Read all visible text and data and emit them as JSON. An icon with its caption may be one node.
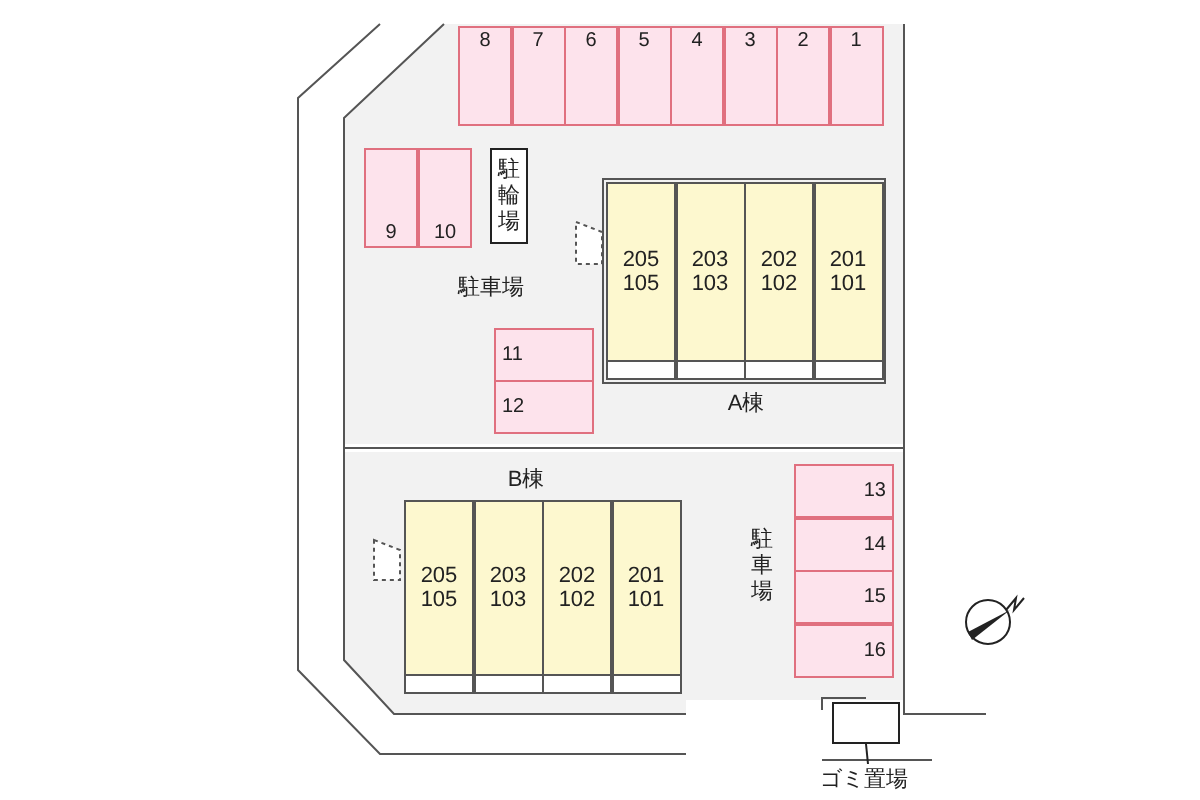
{
  "diagram": {
    "nodes": [
      {
        "text": [
          "8"
        ]
      },
      {
        "text": [
          "7"
        ]
      },
      {
        "text": [
          "6"
        ]
      },
      {
        "text": [
          "5"
        ]
      },
      {
        "text": [
          "4"
        ]
      },
      {
        "text": [
          "3"
        ]
      },
      {
        "text": [
          "2"
        ]
      },
      {
        "text": [
          "1"
        ]
      },
      {
        "text": [
          "9"
        ]
      },
      {
        "text": [
          "10"
        ]
      },
      {
        "text": [
          "駐輪場"
        ]
      },
      {
        "text": [
          "A棟"
        ]
      },
      {
        "text": [
          "205",
          "105"
        ],
        "in": 11
      },
      {
        "text": [
          "203",
          "103"
        ],
        "in": 11
      },
      {
        "text": [
          "202",
          "102"
        ],
        "in": 11
      },
      {
        "text": [
          "201",
          "101"
        ],
        "in": 11
      },
      {
        "text": [
          "11"
        ]
      },
      {
        "text": [
          "12"
        ]
      },
      {
        "text": [
          "B棟"
        ]
      },
      {
        "text": [
          "205",
          "105"
        ],
        "in": 18
      },
      {
        "text": [
          "203",
          "103"
        ],
        "in": 18
      },
      {
        "text": [
          "202",
          "102"
        ],
        "in": 18
      },
      {
        "text": [
          "201",
          "101"
        ],
        "in": 18
      },
      {
        "text": [
          "13"
        ]
      },
      {
        "text": [
          "14"
        ]
      },
      {
        "text": [
          "15"
        ]
      },
      {
        "text": [
          "16"
        ]
      },
      {
        "text": [
          "ゴミ置場"
        ]
      },
      {
        "text": [],
        "shape": "box"
      }
    ],
    "edges": [
      {
        "from": 27,
        "to": 28,
        "arrow": "none"
      }
    ],
    "labels": [
      "駐車場",
      "駐車場"
    ]
  }
}
